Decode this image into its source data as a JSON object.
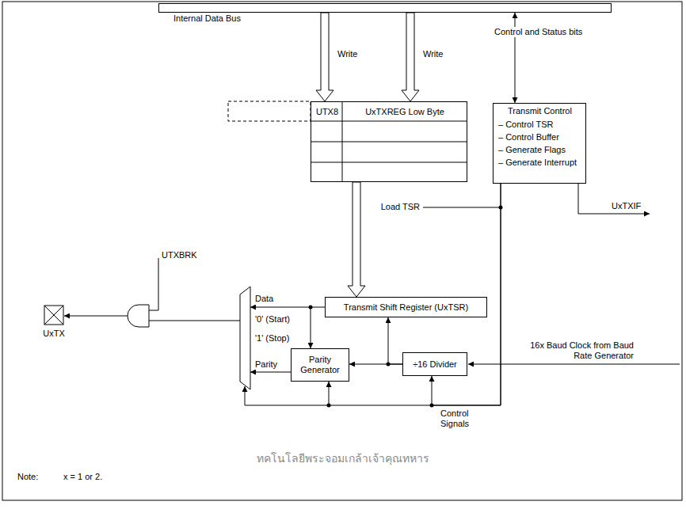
{
  "diagram": {
    "nodes": [
      {
        "text": [
          "Internal Data Bus"
        ]
      },
      {
        "text": [
          "UTX8",
          "UxTXREG Low Byte"
        ]
      },
      {
        "text": [
          "Transmit Control",
          "– Control TSR",
          "– Control Buffer",
          "– Generate Flags",
          "– Generate Interrupt"
        ]
      },
      {
        "text": [
          "Transmit Shift Register (UxTSR)"
        ]
      },
      {
        "text": [
          "Parity Generator"
        ]
      },
      {
        "text": [
          "÷16 Divider"
        ]
      }
    ],
    "edges": [
      {
        "from": 0,
        "to": 1,
        "arrow": "to",
        "label": "Write"
      },
      {
        "from": 0,
        "to": 1,
        "arrow": "to",
        "label": "Write"
      },
      {
        "from": 0,
        "to": 2,
        "arrow": "both",
        "label": "Control and Status bits"
      },
      {
        "from": 1,
        "to": 3,
        "arrow": "to"
      },
      {
        "from": 3,
        "to": 4,
        "arrow": "to"
      },
      {
        "from": 5,
        "to": 3,
        "arrow": "to"
      },
      {
        "from": 5,
        "to": 4,
        "arrow": "to"
      },
      {
        "from": 2,
        "to": 5,
        "arrow": "to"
      },
      {
        "from": 2,
        "to": 4,
        "arrow": "to"
      }
    ],
    "labels": [
      "Load TSR",
      "UxTXIF",
      "UTXBRK",
      "Data",
      "'0' (Start)",
      "'1' (Stop)",
      "Parity",
      "UxTX",
      "16x Baud Clock from Baud Rate Generator",
      "Control Signals",
      "Note:",
      "x = 1 or 2.",
      "ทคโนโลยีพระจอมเกล้าเจ้าคุณทหาร"
    ]
  }
}
